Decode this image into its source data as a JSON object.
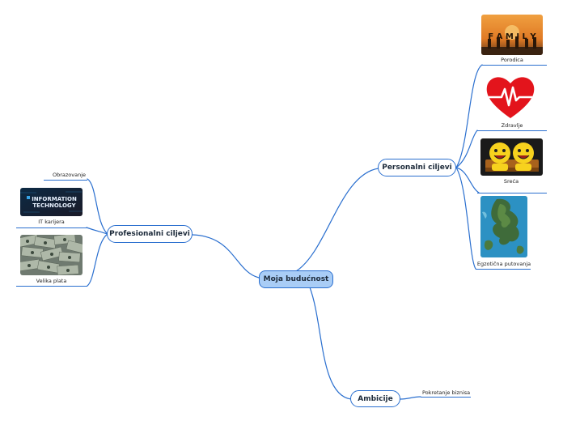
{
  "root": {
    "label": "Moja budućnost"
  },
  "branches": {
    "personal": {
      "label": "Personalni ciljevi",
      "items": [
        "Porodica",
        "Zdravlje",
        "Sreća",
        "Egzotična putovanja"
      ]
    },
    "professional": {
      "label": "Profesionalni ciljevi",
      "items": [
        "Obrazovanje",
        "IT karijera",
        "Velika plata"
      ]
    },
    "ambitions": {
      "label": "Ambicije",
      "items": [
        "Pokretanje biznisa"
      ]
    }
  },
  "images": {
    "family": {
      "letters": "F A M I L Y",
      "icon": "family-silhouette-image"
    },
    "health": {
      "icon": "heart-pulse-icon"
    },
    "happiness": {
      "icon": "smiley-toys-image"
    },
    "travel": {
      "icon": "islands-aerial-image"
    },
    "it": {
      "line1": "INFORMATION",
      "line2": "TECHNOLOGY",
      "icon": "it-banner-image"
    },
    "salary": {
      "icon": "money-pile-image"
    }
  },
  "colors": {
    "line": "#2a6fcf",
    "root_fill": "#a9cdf6",
    "heart": "#e3141c"
  }
}
